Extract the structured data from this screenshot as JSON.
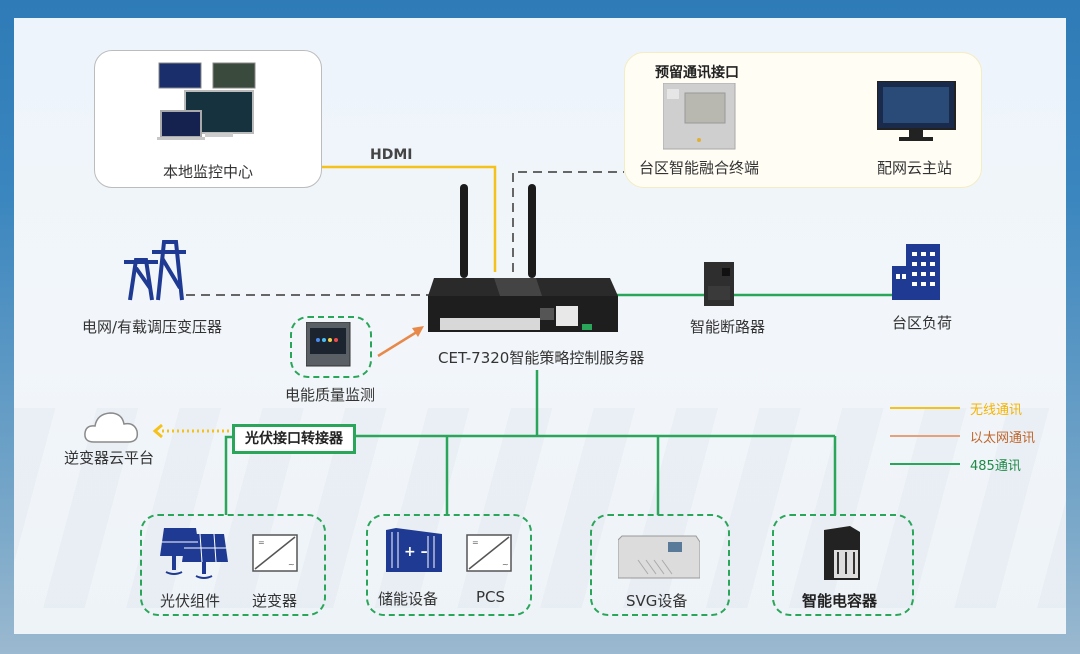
{
  "local_monitor": {
    "label": "本地监控中心",
    "link_label": "HDMI"
  },
  "reserved_comm": {
    "title": "预留通讯接口",
    "terminal_label": "台区智能融合终端",
    "cloud_station_label": "配网云主站"
  },
  "grid": {
    "label": "电网/有载调压变压器"
  },
  "power_quality": {
    "label": "电能质量监测"
  },
  "server": {
    "label": "CET-7320智能策略控制服务器"
  },
  "breaker": {
    "label": "智能断路器"
  },
  "load": {
    "label": "台区负荷"
  },
  "pv_converter": {
    "label": "光伏接口转接器"
  },
  "inverter_cloud": {
    "label": "逆变器云平台"
  },
  "legend": {
    "items": [
      {
        "label": "无线通讯",
        "color": "#f5c21b"
      },
      {
        "label": "以太网通讯",
        "color": "#e8894a"
      },
      {
        "label": "485通讯",
        "color": "#2aa65a"
      }
    ]
  },
  "groups": {
    "pv": {
      "pv_label": "光伏组件",
      "inverter_label": "逆变器"
    },
    "storage": {
      "storage_label": "储能设备",
      "pcs_label": "PCS"
    },
    "svg": {
      "label": "SVG设备"
    },
    "capacitor": {
      "label": "智能电容器"
    }
  },
  "colors": {
    "wireless": "#f5c21b",
    "ethernet": "#e8894a",
    "rs485": "#2aa65a",
    "dashed_link": "#666666",
    "icon_blue": "#1f3a93",
    "header_blue": "#2e7bb7"
  }
}
